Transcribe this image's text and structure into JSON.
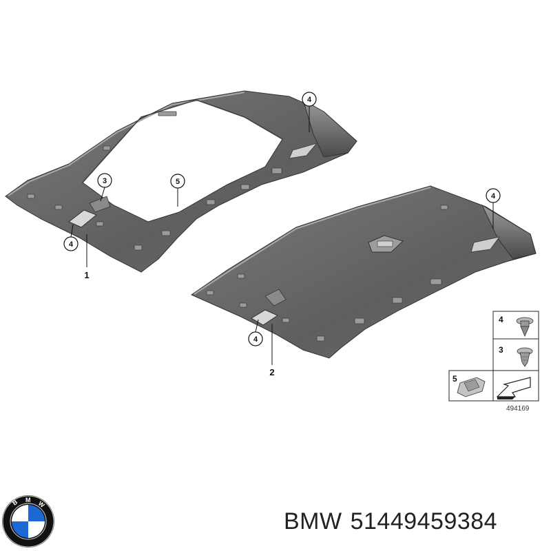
{
  "diagram": {
    "parts": [
      {
        "number": "1"
      },
      {
        "number": "2"
      }
    ],
    "callouts_part1": [
      "4",
      "3",
      "5",
      "4"
    ],
    "callouts_part2": [
      "4",
      "4"
    ],
    "legend": [
      {
        "number": "4",
        "icon": "clip-icon"
      },
      {
        "number": "3",
        "icon": "expanding-rivet-icon"
      },
      {
        "number": "5",
        "icon": "bracket-icon"
      }
    ],
    "legend_arrow_icon": "felt-pad-arrow-icon",
    "reference_code": "494169"
  },
  "brand": {
    "logo_icon": "bmw-roundel-logo",
    "logo_letters": "BMW",
    "name": "BMW",
    "part_number": "51449459384",
    "colors": {
      "blue": "#1c69d4",
      "black": "#111111",
      "white": "#ffffff"
    }
  },
  "colors": {
    "panel_fill": "#6e6e6e",
    "panel_dark": "#4f4f4f",
    "panel_light": "#8c8c8c"
  }
}
